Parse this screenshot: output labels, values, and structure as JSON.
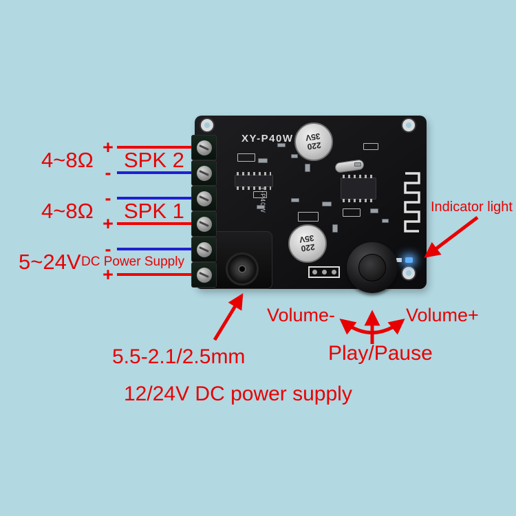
{
  "colors": {
    "background": "#b2d8e2",
    "annotation": "#e80000",
    "wire_red": "#f10000",
    "wire_blue": "#1f1fd0",
    "led_blue": "#5fb0ff"
  },
  "board": {
    "model": "XY-P40W",
    "capacitor": {
      "value": "220",
      "voltage": "35V"
    }
  },
  "left_panel": {
    "spk2": {
      "impedance": "4~8Ω",
      "label": "SPK 2",
      "top_sign": "+",
      "bottom_sign": "-"
    },
    "spk1": {
      "impedance": "4~8Ω",
      "label": "SPK 1",
      "top_sign": "-",
      "bottom_sign": "+"
    },
    "power": {
      "voltage": "5~24V",
      "label": "DC Power Supply",
      "top_sign": "-",
      "bottom_sign": "+"
    }
  },
  "annotations": {
    "indicator_light": "Indicator light",
    "volume_minus": "Volume-",
    "volume_plus": "Volume+",
    "play_pause": "Play/Pause",
    "jack_size": "5.5-2.1/2.5mm",
    "dc_power_note": "12/24V DC power supply"
  }
}
